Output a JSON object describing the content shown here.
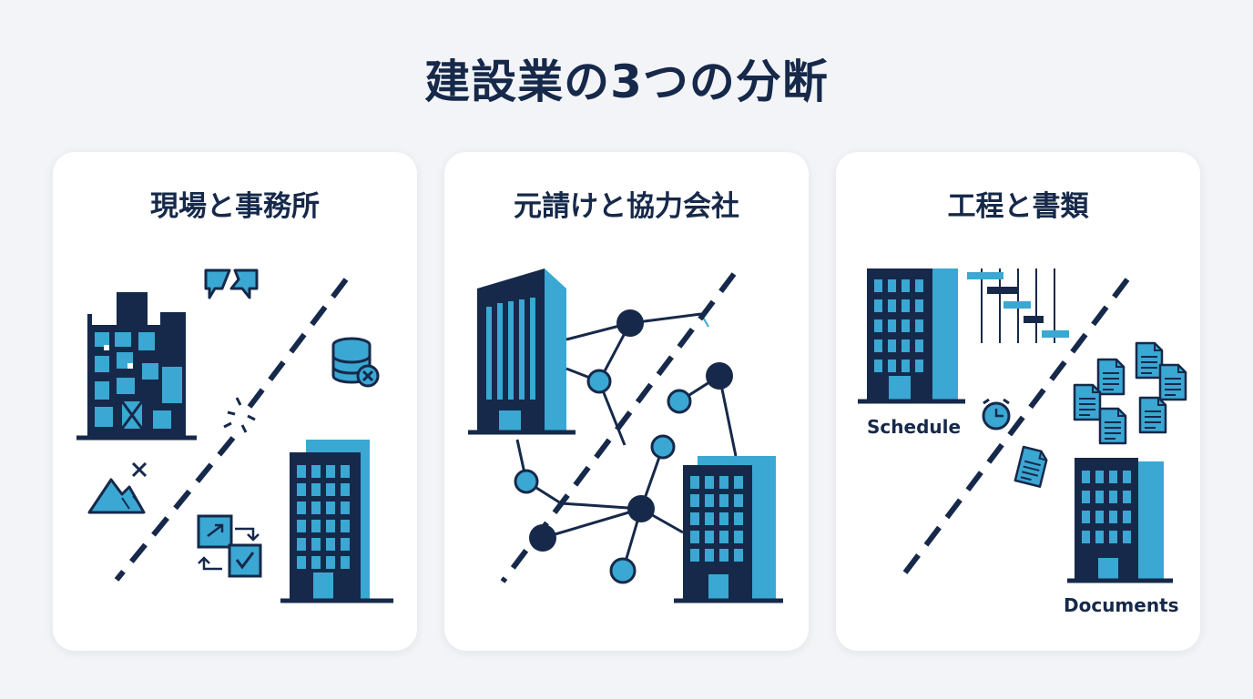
{
  "title": "建設業の3つの分断",
  "cards": [
    {
      "title": "現場と事務所"
    },
    {
      "title": "元請けと協力会社"
    },
    {
      "title": "工程と書類",
      "captions": {
        "schedule": "Schedule",
        "documents": "Documents"
      }
    }
  ],
  "colors": {
    "navy": "#16294a",
    "accent": "#3ba7d3",
    "background": "#f3f4f7",
    "card": "#ffffff"
  },
  "icons": [
    "construction-site-icon",
    "broken-speech-bubbles-icon",
    "database-error-icon",
    "broken-mountain-icon",
    "sync-task-icon",
    "office-building-icon",
    "corporate-building-icon",
    "network-nodes-icon",
    "gantt-chart-icon",
    "alarm-clock-icon",
    "documents-icon"
  ]
}
